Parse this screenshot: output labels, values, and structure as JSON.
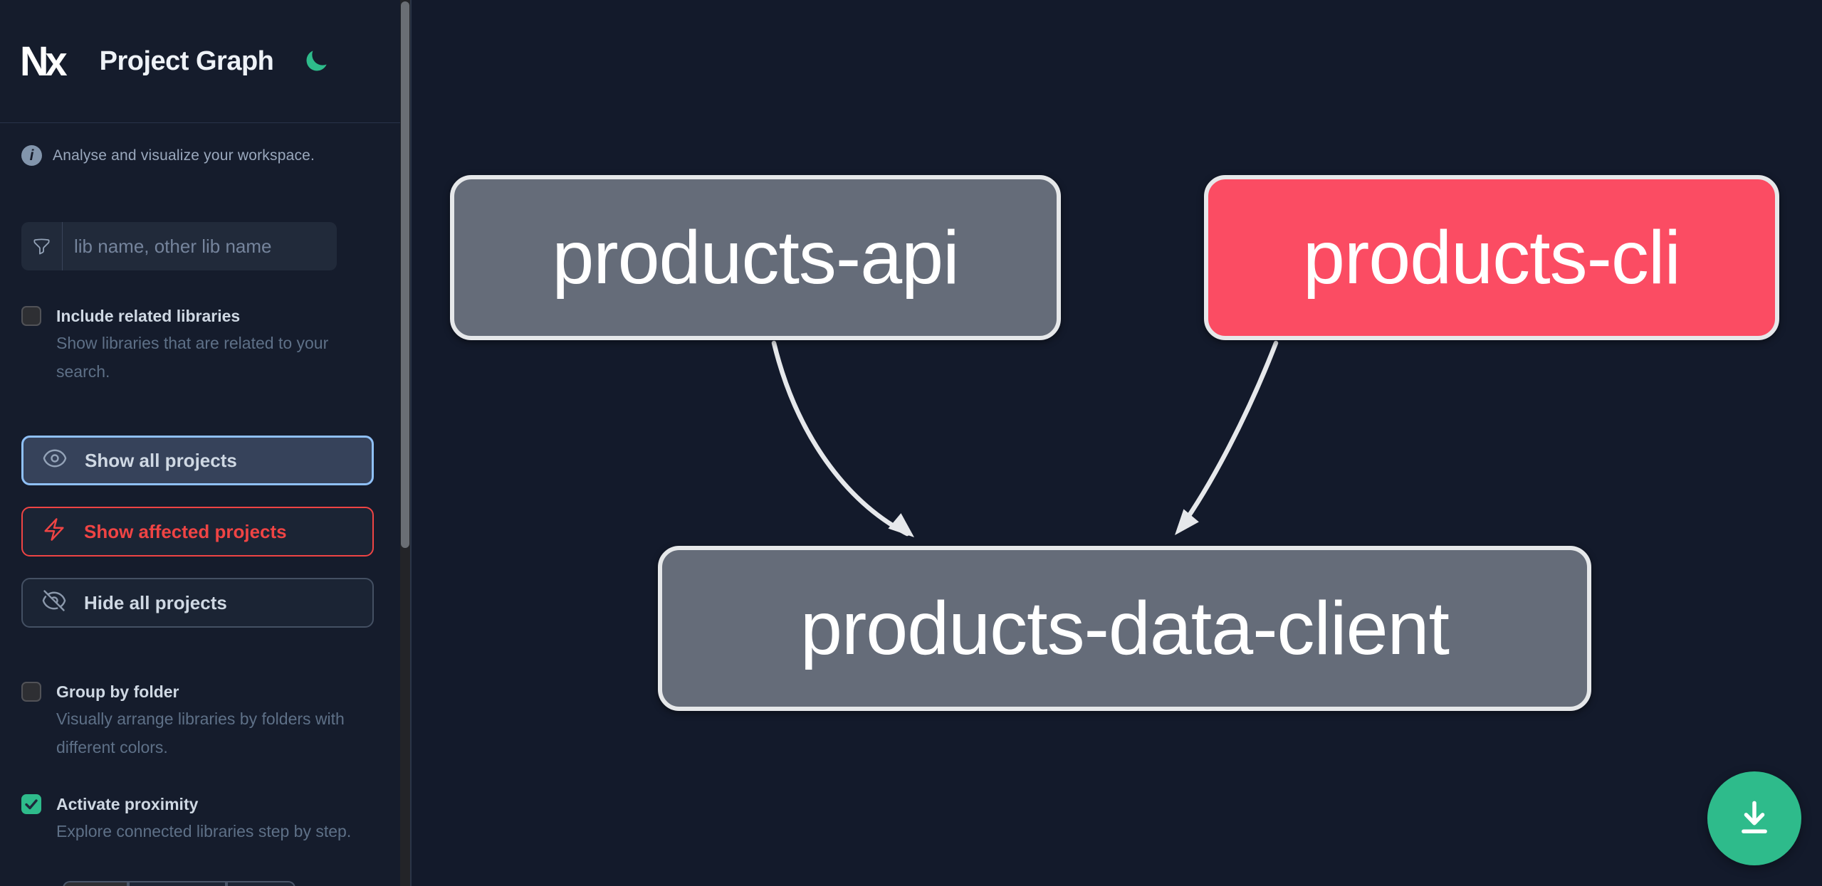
{
  "header": {
    "logo_text": "Nx",
    "title": "Project Graph",
    "theme_toggle_icon": "moon-icon"
  },
  "sidebar": {
    "tagline": "Analyse and visualize your workspace.",
    "search": {
      "icon": "funnel-icon",
      "placeholder": "lib name, other lib name",
      "value": ""
    },
    "checkboxes": [
      {
        "label": "Include related libraries",
        "description": "Show libraries that are related to your search.",
        "checked": false
      },
      {
        "label": "Group by folder",
        "description": "Visually arrange libraries by folders with different colors.",
        "checked": false
      },
      {
        "label": "Activate proximity",
        "description": "Explore connected libraries step by step.",
        "checked": true
      }
    ],
    "buttons": [
      {
        "label": "Show all projects",
        "icon": "eye-icon",
        "state": "active"
      },
      {
        "label": "Show affected projects",
        "icon": "bolt-icon",
        "state": "affected"
      },
      {
        "label": "Hide all projects",
        "icon": "eye-off-icon",
        "state": "default"
      }
    ]
  },
  "graph": {
    "nodes": [
      {
        "id": "products-api",
        "label": "products-api",
        "color": "#656c79"
      },
      {
        "id": "products-cli",
        "label": "products-cli",
        "color": "#fb4c63"
      },
      {
        "id": "products-data-client",
        "label": "products-data-client",
        "color": "#656c79"
      }
    ],
    "edges": [
      {
        "from": "products-api",
        "to": "products-data-client"
      },
      {
        "from": "products-cli",
        "to": "products-data-client"
      }
    ]
  },
  "actions": {
    "download_icon": "download-icon"
  },
  "colors": {
    "background_canvas": "#131a2b",
    "background_sidebar": "#151c2c",
    "input_bg": "#212a3a",
    "button_bg": "#1b2434",
    "button_active_bg": "#36425a",
    "active_border_blue": "#8fc0f7",
    "affected_red": "#ef4444",
    "accent_green": "#2ebb8b",
    "node_gray": "#656c79",
    "node_affected_pink": "#fb4c63",
    "node_border": "#e6e8ea",
    "edge": "#e6e8eb",
    "text_primary": "#eef2f7",
    "text_label": "#cfd8e3",
    "text_muted": "#5e7087",
    "checkbox_bg": "#2e2f33"
  }
}
